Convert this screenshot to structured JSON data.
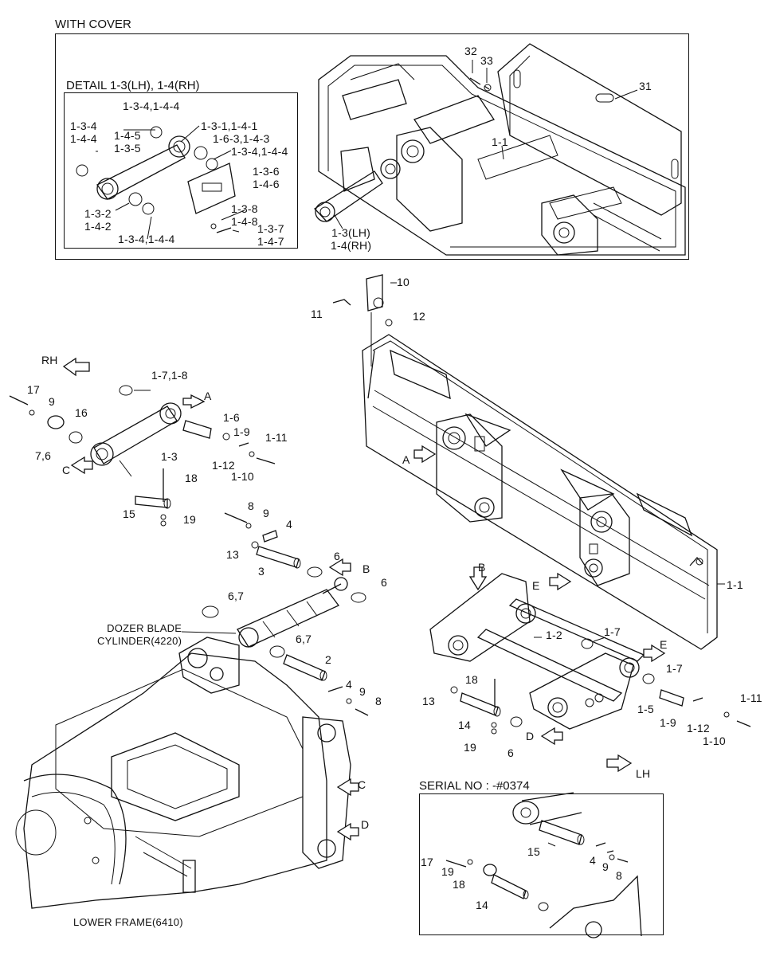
{
  "sections": {
    "with_cover": "WITH COVER",
    "detail": "DETAIL 1-3(LH), 1-4(RH)",
    "serial": "SERIAL NO : -#0374"
  },
  "directions": {
    "rh": "RH",
    "lh": "LH"
  },
  "captions": {
    "dozer_cylinder": "DOZER BLADE\nCYLINDER(4220)",
    "lower_frame": "LOWER FRAME(6410)"
  },
  "callouts": {
    "cover": [
      "32",
      "33",
      "31",
      "1-1",
      "1-3(LH)\n1-4(RH)"
    ],
    "detail": [
      "1-3-4,1-4-4",
      "1-3-4\n1-4-4",
      "1-4-5\n1-3-5",
      "1-3-1,1-4-1",
      "1-6-3,1-4-3",
      "1-3-4,1-4-4",
      "1-3-6\n1-4-6",
      "1-3-2\n1-4-2",
      "1-3-8\n1-4-8",
      "1-3-7\n1-4-7",
      "1-3-4,1-4-4"
    ],
    "upper_left": [
      "1-7,1-8",
      "17",
      "9",
      "16",
      "7,6",
      "1-3",
      "1-6",
      "1-9",
      "1-11",
      "1-12",
      "1-10",
      "18",
      "15",
      "19"
    ],
    "center": [
      "8",
      "9",
      "4",
      "13",
      "3",
      "6",
      "6",
      "6,7",
      "6,7",
      "2",
      "4",
      "9",
      "8"
    ],
    "blade": [
      "10",
      "11",
      "12",
      "1-1"
    ],
    "frame": [
      "1-2",
      "1-7",
      "1-7",
      "18",
      "13",
      "14",
      "19",
      "6",
      "1-5",
      "1-9",
      "1-11",
      "1-12",
      "1-10"
    ],
    "serial": [
      "15",
      "17",
      "19",
      "18",
      "4",
      "9",
      "8",
      "14"
    ],
    "arrows": [
      "A",
      "A",
      "B",
      "B",
      "C",
      "C",
      "D",
      "D",
      "E",
      "E"
    ]
  }
}
